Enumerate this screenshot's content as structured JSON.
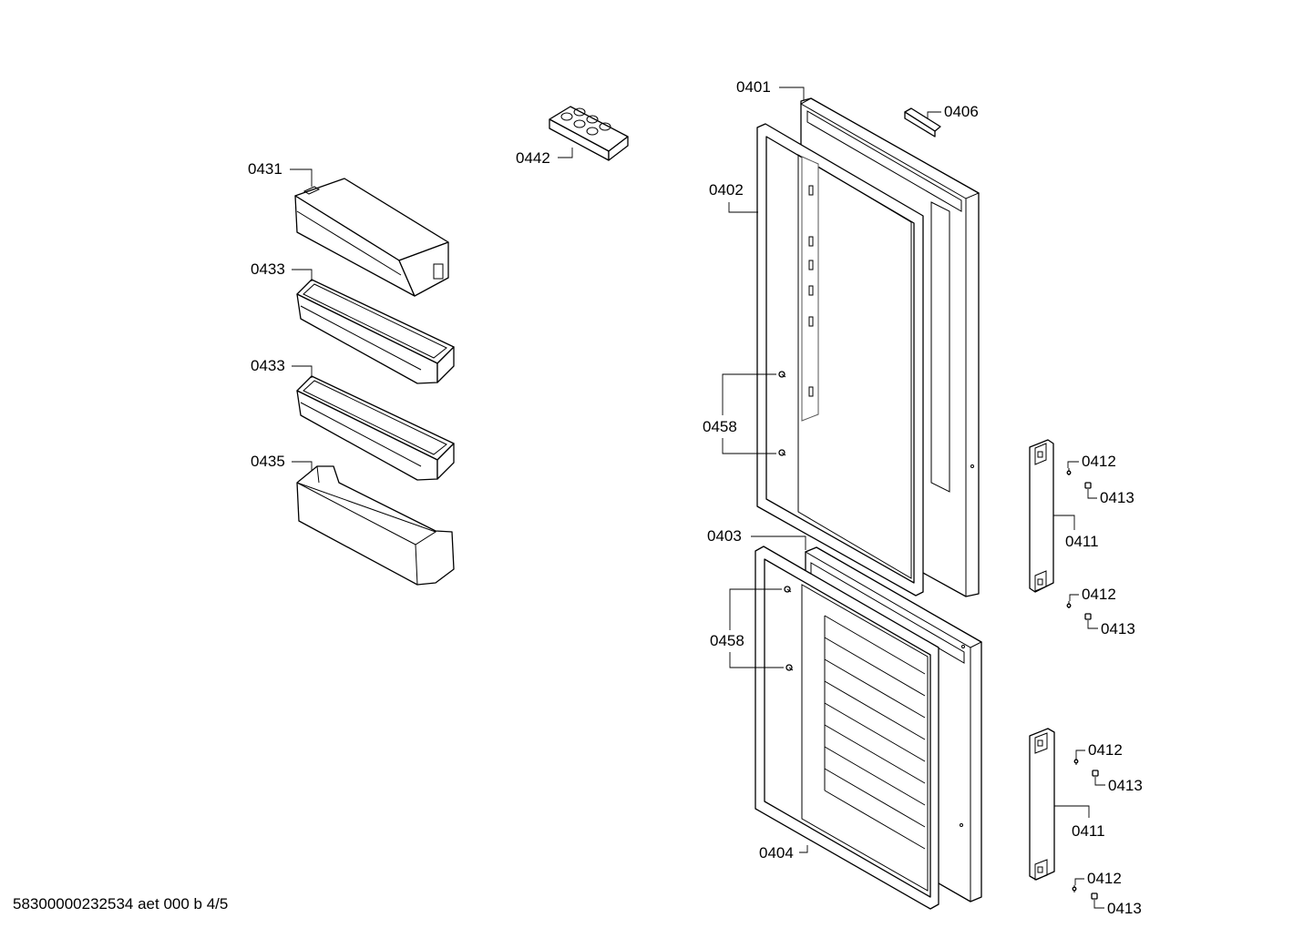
{
  "diagram": {
    "footer_text": "58300000232534 aet 000 b 4/5",
    "part_labels": [
      "0401",
      "0402",
      "0403",
      "0404",
      "0406",
      "0411",
      "0412",
      "0413",
      "0431",
      "0433",
      "0435",
      "0442",
      "0458"
    ],
    "callouts": {
      "c0401": "0401",
      "c0402": "0402",
      "c0403": "0403",
      "c0404": "0404",
      "c0406": "0406",
      "c0411a": "0411",
      "c0411b": "0411",
      "c0412a": "0412",
      "c0412b": "0412",
      "c0412c": "0412",
      "c0412d": "0412",
      "c0413a": "0413",
      "c0413b": "0413",
      "c0413c": "0413",
      "c0413d": "0413",
      "c0431": "0431",
      "c0433a": "0433",
      "c0433b": "0433",
      "c0435": "0435",
      "c0442": "0442",
      "c0458a": "0458",
      "c0458b": "0458"
    }
  }
}
